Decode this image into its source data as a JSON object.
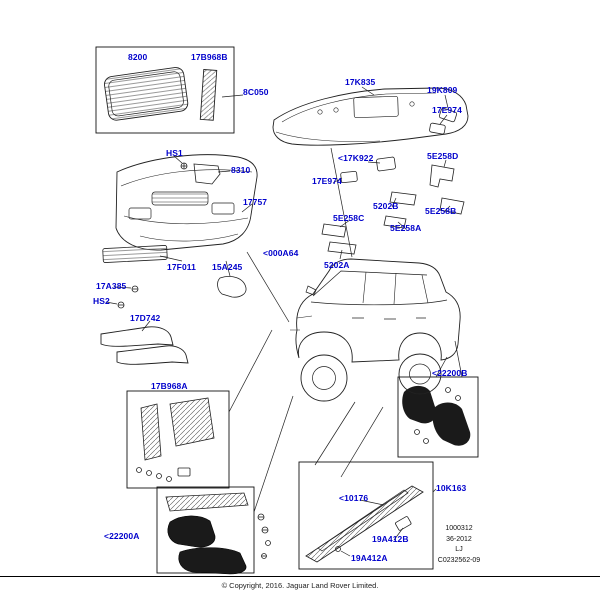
{
  "page": {
    "label_color": "#0000CC",
    "footer": {
      "copyright": "© Copyright, 2016. Jaguar Land Rover Limited."
    },
    "ref_block": {
      "lines": [
        "1000312",
        "36-2012",
        "LJ",
        "C0232562-09"
      ]
    },
    "labels": {
      "l8200": "8200",
      "l17B968B": "17B968B",
      "l8C050": "8C050",
      "l17K835": "17K835",
      "l19K809": "19K809",
      "l17E974_a": "17E974",
      "l17K922": "<17K922",
      "l17E974_b": "17E974",
      "l5E258D": "5E258D",
      "l5202B": "5202B",
      "l5E258B": "5E258B",
      "l5E258A": "5E258A",
      "l5E258C": "5E258C",
      "l000A64": "<000A64",
      "l5202A": "5202A",
      "lHS1": "HS1",
      "l8310": "8310",
      "l17757": "17757",
      "l17F011": "17F011",
      "l15A245": "15A245",
      "l17A385": "17A385",
      "lHS2": "HS2",
      "l17D742": "17D742",
      "l17B968A": "17B968A",
      "l22200A": "<22200A",
      "l22200B": "<22200B",
      "l10K163": "10K163",
      "l10176": "<10176",
      "l19A412B": "19A412B",
      "l19A412A": "19A412A"
    }
  }
}
